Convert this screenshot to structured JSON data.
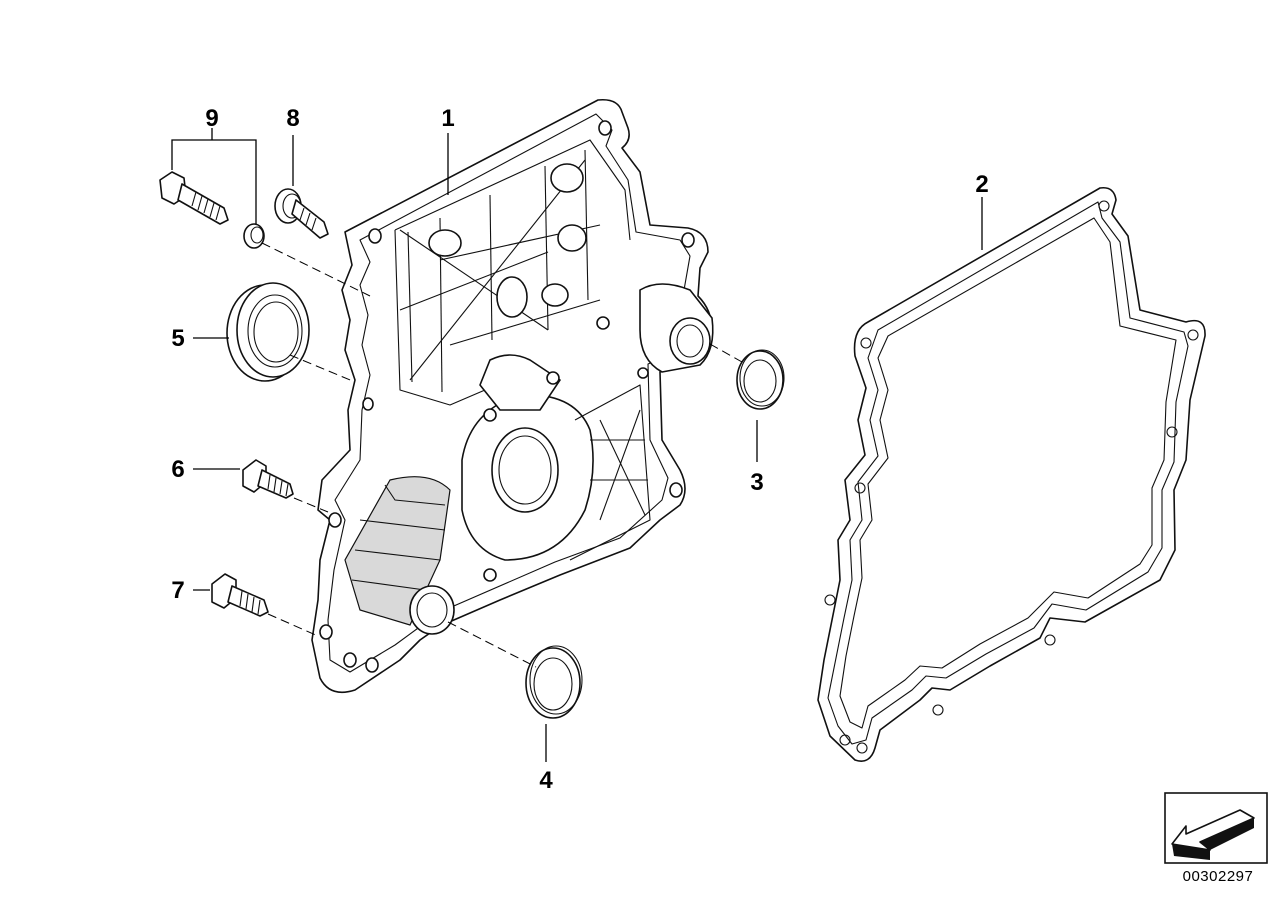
{
  "diagram": {
    "callouts": [
      {
        "id": "1",
        "label": "1"
      },
      {
        "id": "2",
        "label": "2"
      },
      {
        "id": "3",
        "label": "3"
      },
      {
        "id": "4",
        "label": "4"
      },
      {
        "id": "5",
        "label": "5"
      },
      {
        "id": "6",
        "label": "6"
      },
      {
        "id": "7",
        "label": "7"
      },
      {
        "id": "8",
        "label": "8"
      },
      {
        "id": "9",
        "label": "9"
      }
    ],
    "drawing_number": "00302297",
    "direction_icon": "arrow-direction-icon"
  }
}
